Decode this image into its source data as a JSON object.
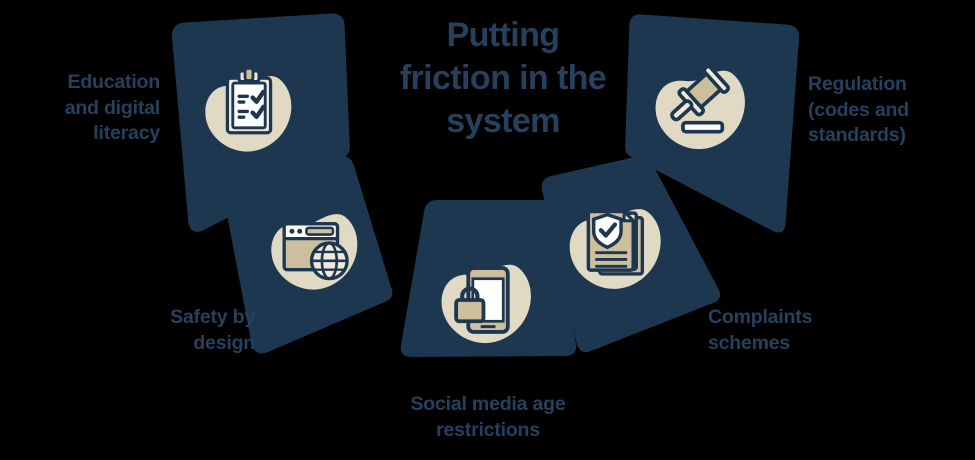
{
  "diagram": {
    "title": "Putting\nfriction in the\nsystem",
    "title_plain": "Putting friction in the system",
    "colors": {
      "background": "#000000",
      "petal": "#1d3751",
      "petal_edge": "#1d3751",
      "blob": "#e0dac5",
      "text": "#27405e",
      "icon_outline": "#1d3751",
      "icon_fill_light": "#ffffff",
      "icon_fill_tan": "#cdbf9d",
      "icon_fill_cream": "#efe9da"
    },
    "petal_count": 5,
    "petals": [
      {
        "id": "education",
        "label": "Education\nand digital\nliteracy",
        "label_plain": "Education and digital literacy",
        "label_align": "right",
        "icon": "clipboard-checklist-icon",
        "icon_description": "clipboard with checked checklist"
      },
      {
        "id": "safety-by-design",
        "label": "Safety by\ndesign",
        "label_plain": "Safety by design",
        "label_align": "right",
        "icon": "browser-globe-icon",
        "icon_description": "browser window with globe"
      },
      {
        "id": "social-media-age-restrictions",
        "label": "Social media age\nrestrictions",
        "label_plain": "Social media age restrictions",
        "label_align": "center",
        "icon": "phone-lock-icon",
        "icon_description": "smartphone with padlock"
      },
      {
        "id": "complaints-schemes",
        "label": "Complaints\nschemes",
        "label_plain": "Complaints schemes",
        "label_align": "left",
        "icon": "documents-shield-check-icon",
        "icon_description": "stacked documents with shield and check mark"
      },
      {
        "id": "regulation",
        "label": "Regulation\n(codes and\nstandards)",
        "label_plain": "Regulation (codes and standards)",
        "label_align": "left",
        "icon": "gavel-icon",
        "icon_description": "judge gavel with sound block"
      }
    ]
  }
}
